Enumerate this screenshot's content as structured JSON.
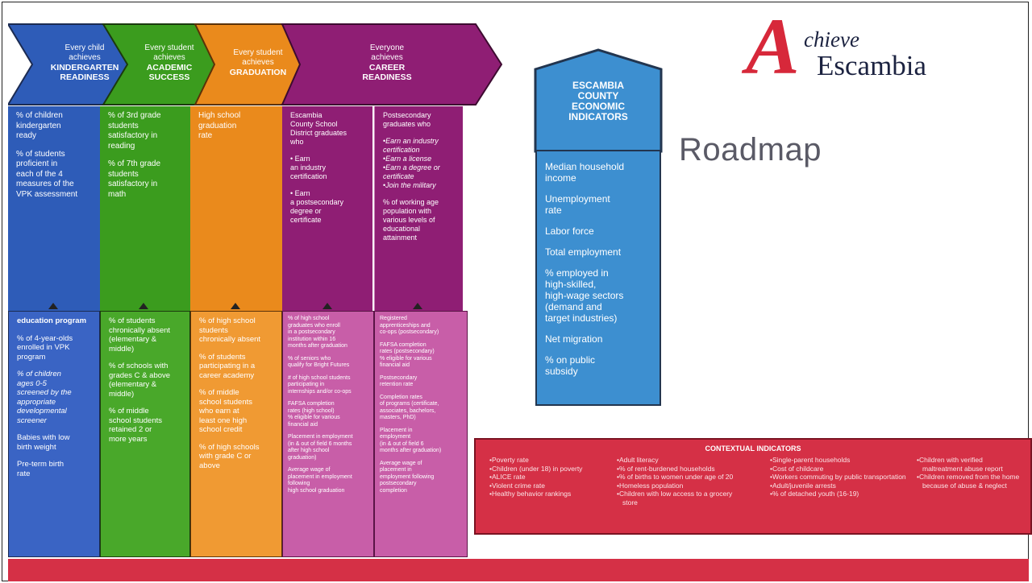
{
  "banner": {
    "segments": [
      {
        "line1": "Every child",
        "line2": "achieves",
        "bold1": "KINDERGARTEN",
        "bold2": "READINESS",
        "color": "#2e5cb8"
      },
      {
        "line1": "Every student",
        "line2": "achieves",
        "bold1": "ACADEMIC",
        "bold2": "SUCCESS",
        "color": "#3b9c1e"
      },
      {
        "line1": "Every student",
        "line2": "achieves",
        "bold1": "GRADUATION",
        "bold2": "",
        "color": "#ea8a1c"
      },
      {
        "line1": "Everyone",
        "line2": "achieves",
        "bold1": "CAREER",
        "bold2": "READINESS",
        "color": "#8f1e74"
      }
    ]
  },
  "columns_top": {
    "kindergarten": [
      "% of children\nkindergarten\nready",
      "% of students\nproficient in\neach of the 4\nmeasures of the\nVPK assessment"
    ],
    "academic": [
      "% of 3rd grade\nstudents\nsatisfactory in\nreading",
      "% of 7th grade\nstudents\nsatisfactory in\nmath"
    ],
    "graduation": [
      "High school\ngraduation\nrate"
    ],
    "career_district": {
      "intro": "Escambia\nCounty School\nDistrict graduates\nwho",
      "items": [
        "• Earn\n  an industry\n  certification",
        "• Earn\n  a postsecondary\n  degree or\n  certificate"
      ]
    },
    "career_postsecondary": {
      "intro": "Postsecondary\ngraduates who",
      "bullets": [
        "Earn an industry certification",
        "Earn a license",
        "Earn a degree or certificate",
        "Join the military"
      ],
      "outro": "% of working age\npopulation with\nvarious levels of\neducational\nattainment"
    }
  },
  "columns_bottom": {
    "kindergarten": [
      "education program",
      "% of 4-year-olds\nenrolled in VPK\nprogram",
      "% of children\nages 0-5\nscreened by the\nappropriate\ndevelopmental\nscreener",
      "Babies with low\nbirth weight",
      "Pre-term birth\nrate"
    ],
    "academic": [
      "% of students\nchronically absent\n(elementary &\nmiddle)",
      "% of schools with\ngrades C & above\n(elementary &\nmiddle)",
      "% of middle\nschool students\nretained 2 or\nmore years"
    ],
    "graduation": [
      "% of high school\nstudents\nchronically absent",
      "% of students\nparticipating in a\ncareer academy",
      "% of middle\nschool students\nwho earn at\nleast one high\nschool credit",
      "% of high schools\nwith grade C or\nabove"
    ],
    "career_a": [
      "% of high school\ngraduates who enroll\nin a postsecondary\ninstitution within 16\nmonths after graduation",
      "% of seniors who\nqualify for Bright Futures",
      "# of high school students\nparticipating in\ninternships and/or co-ops",
      "FAFSA completion\nrates (high school)\n% eligible for various\nfinancial aid",
      "Placement in employment\n(in & out of field 6 months\nafter high school\ngraduation)",
      "Average wage of\nplacement in employment\nfollowing\nhigh school graduation"
    ],
    "career_b": [
      "Registered\napprenticeships and\nco-ops (postsecondary)",
      "FAFSA completion\nrates (postsecondary)\n% eligible for various\nfinancial aid",
      "Postsecondary\nretention rate",
      "Completion rates\nof programs (certificate,\nassociates, bachelors,\nmasters, PhD)",
      "Placement in\nemployment\n(in & out of field 6\nmonths after graduation)",
      "Average wage of\nplacement in\nemployment following\npostsecondary\ncompletion"
    ]
  },
  "economic": {
    "title_lines": [
      "ESCAMBIA",
      "COUNTY",
      "ECONOMIC",
      "INDICATORS"
    ],
    "items": [
      "Median household\nincome",
      "Unemployment\nrate",
      "Labor force",
      "Total employment",
      "% employed in\nhigh-skilled,\nhigh-wage sectors\n(demand and\ntarget industries)",
      "Net migration",
      "% on public\nsubsidy"
    ],
    "color": "#3d8fd0"
  },
  "roadmap_label": "Roadmap",
  "logo": {
    "letter": "A",
    "word1": "chieve",
    "word2": "Escambia"
  },
  "contextual": {
    "title": "CONTEXTUAL INDICATORS",
    "col1": [
      "Poverty rate",
      "Children (under 18) in poverty",
      "ALICE rate",
      "Violent crime rate",
      "Healthy behavior rankings"
    ],
    "col2": [
      "Adult literacy",
      "% of rent-burdened households",
      "% of births to women under age of 20",
      "Homeless population",
      "Children with low access to a grocery store"
    ],
    "col3": [
      "Single-parent households",
      "Cost of childcare",
      "Workers commuting by public transportation",
      "Adult/juvenile arrests",
      "% of detached youth (16-19)"
    ],
    "col4": [
      "Children with verified maltreatment abuse report",
      "Children removed from the home because of abuse & neglect"
    ],
    "color": "#d53046"
  }
}
